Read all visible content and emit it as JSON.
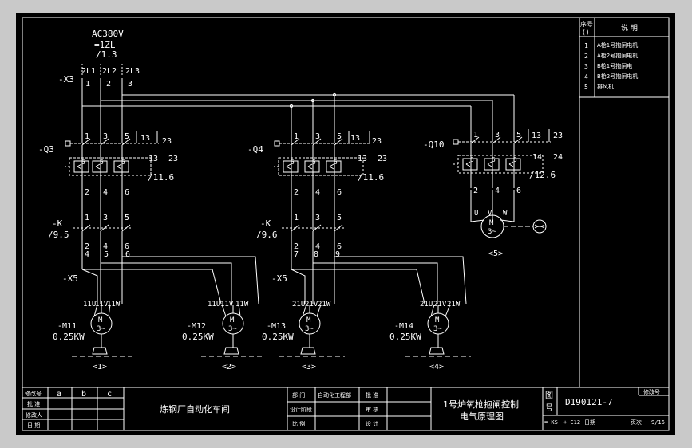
{
  "colors": {
    "paper": "#000000",
    "frame": "#c9c9c9",
    "ink": "#ffffff"
  },
  "supply": {
    "voltage": "AC380V",
    "bus": "=1ZL",
    "ref": "/1.3",
    "terminal": "-X3",
    "wires": [
      "2L1",
      "2L2",
      "2L3"
    ],
    "pins": [
      "1",
      "2",
      "3"
    ]
  },
  "breakers": [
    {
      "tag": "-Q3",
      "ref": "/11.6",
      "aux": [
        "13",
        "23"
      ],
      "aux_bottom": [
        "13",
        "23"
      ]
    },
    {
      "tag": "-Q4",
      "ref": "/11.6",
      "aux": [
        "13",
        "23"
      ],
      "aux_bottom": [
        "13",
        "23"
      ]
    },
    {
      "tag": "-Q10",
      "ref": "/12.6",
      "aux": [
        "13",
        "23"
      ],
      "aux_bottom": [
        "14",
        "24"
      ]
    }
  ],
  "pole_labels": {
    "top": [
      "1",
      "3",
      "5"
    ],
    "bottom": [
      "2",
      "4",
      "6"
    ],
    "trip": "5"
  },
  "contactors": [
    {
      "tag": "-K",
      "ref": "/9.5",
      "out": [
        "4",
        "5",
        "6"
      ]
    },
    {
      "tag": "-K",
      "ref": "/9.6",
      "out": [
        "7",
        "8",
        "9"
      ]
    }
  ],
  "terminal_x5": "-X5",
  "motors": [
    {
      "tag": "-M11",
      "power": "0.25KW",
      "num": "<1>",
      "terms": [
        "11U",
        "11V",
        "11W"
      ]
    },
    {
      "tag": "-M12",
      "power": "0.25KW",
      "num": "<2>",
      "terms": [
        "11U",
        "11V",
        "11W"
      ]
    },
    {
      "tag": "-M13",
      "power": "0.25KW",
      "num": "<3>",
      "terms": [
        "21U",
        "21V",
        "21W"
      ]
    },
    {
      "tag": "-M14",
      "power": "0.25KW",
      "num": "<4>",
      "terms": [
        "21U",
        "21V",
        "21W"
      ]
    },
    {
      "tag": "",
      "power": "",
      "num": "<5>",
      "terms": [
        "U",
        "V",
        "W"
      ]
    }
  ],
  "motor_symbol": {
    "letter": "M",
    "phase": "3~"
  },
  "legend": {
    "header_no": "序号",
    "header_no2": "()",
    "header_desc": "说  明",
    "items": [
      {
        "no": "1",
        "text": "A枪1号抱闸电机"
      },
      {
        "no": "2",
        "text": "A枪2号抱闸电机"
      },
      {
        "no": "3",
        "text": "B枪1号抱闸电"
      },
      {
        "no": "4",
        "text": "B枪2号抱闸电机"
      },
      {
        "no": "5",
        "text": "排风机"
      }
    ]
  },
  "title_block": {
    "rev_header": "修改号",
    "cols": [
      "a",
      "b",
      "c"
    ],
    "rows": [
      "批 准",
      "修改人",
      "日 期"
    ],
    "company": "炼钢厂自动化车间",
    "mid_labels": [
      "部 门",
      "设计阶段",
      "比 例"
    ],
    "dept": "自动化工程部",
    "mid_right": [
      "批 准",
      "审 核",
      "设 计"
    ],
    "title_line1": "1号炉氧枪抱闸控制",
    "title_line2": "电气原理图",
    "drawing_label_1": "图",
    "drawing_label_2": "号",
    "drawing_no": "D190121-7",
    "corner": "修改号",
    "foot_a": "= KS",
    "foot_b": "+ C12",
    "foot_c": "日期",
    "foot_d": "页次",
    "page": "9/16"
  }
}
